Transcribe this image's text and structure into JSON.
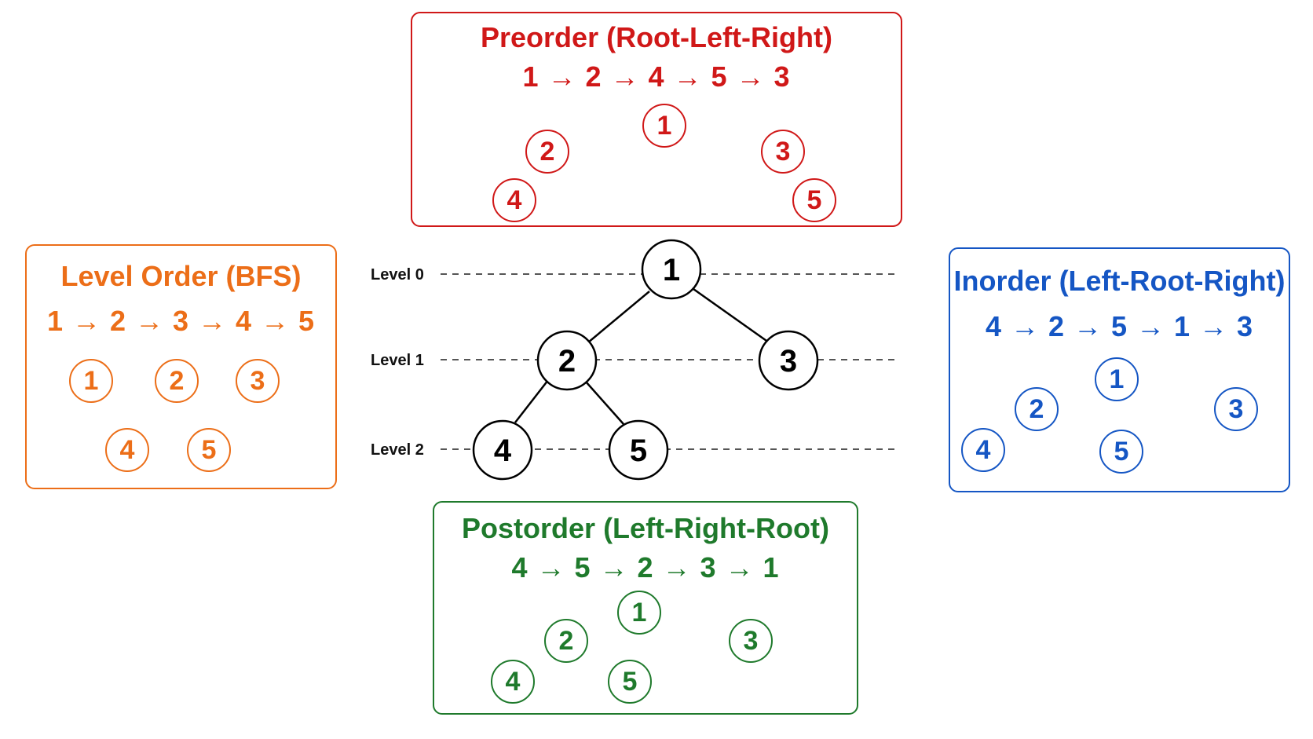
{
  "colors": {
    "preorder": "#d01818",
    "inorder": "#1556c4",
    "postorder": "#1f7a2c",
    "levelorder": "#ec6e18",
    "tree": "#000000"
  },
  "tree": {
    "levels": [
      "Level 0",
      "Level 1",
      "Level 2"
    ],
    "nodes": [
      "1",
      "2",
      "3",
      "4",
      "5"
    ],
    "edges": [
      [
        "1",
        "2"
      ],
      [
        "1",
        "3"
      ],
      [
        "2",
        "4"
      ],
      [
        "2",
        "5"
      ]
    ]
  },
  "preorder": {
    "title": "Preorder (Root-Left-Right)",
    "sequence": "1 → 2 → 4 → 5 → 3",
    "nodes": [
      "1",
      "2",
      "3",
      "4",
      "5"
    ]
  },
  "inorder": {
    "title": "Inorder (Left-Root-Right)",
    "sequence": "4 → 2 → 5 → 1 → 3",
    "nodes": [
      "1",
      "2",
      "3",
      "4",
      "5"
    ]
  },
  "postorder": {
    "title": "Postorder (Left-Right-Root)",
    "sequence": "4 → 5 → 2 → 3 → 1",
    "nodes": [
      "1",
      "2",
      "3",
      "4",
      "5"
    ]
  },
  "levelorder": {
    "title": "Level Order (BFS)",
    "sequence": "1 → 2 → 3 → 4 → 5",
    "nodes": [
      "1",
      "2",
      "3",
      "4",
      "5"
    ]
  }
}
